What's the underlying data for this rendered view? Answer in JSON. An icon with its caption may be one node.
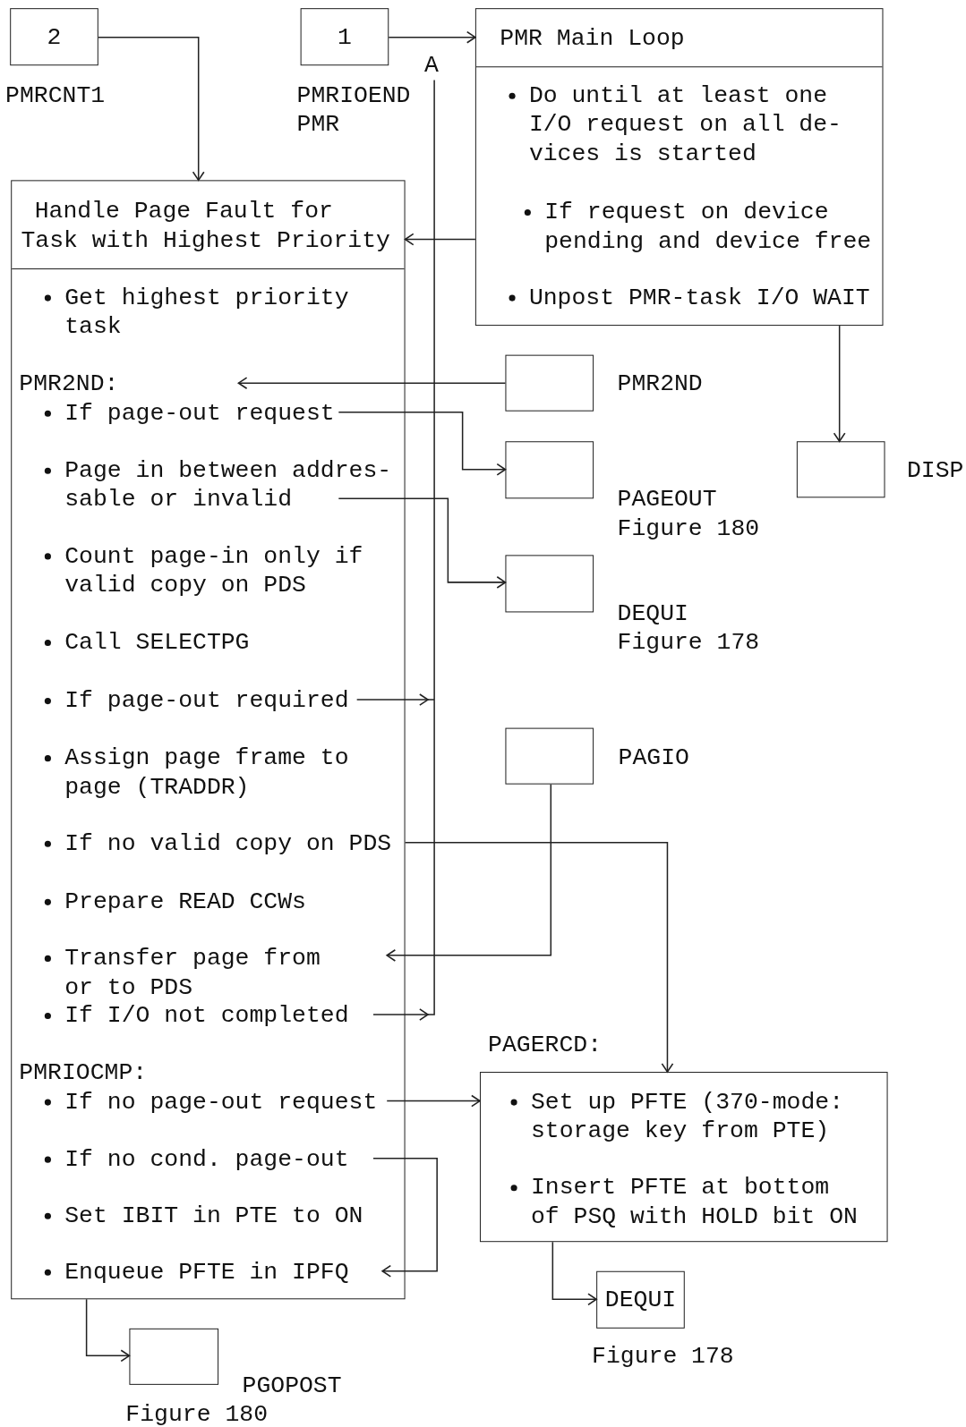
{
  "diagram": {
    "nodes": [
      {
        "text": [
          "2"
        ],
        "beside": [
          "PMRCNT1"
        ]
      },
      {
        "text": [
          "1"
        ],
        "beside": [
          "PMRIOEND PMR"
        ]
      },
      {
        "text": [
          "PMR Main Loop",
          "Do until at least one I/O request on all de-vices is started",
          "If request on device pending and device free",
          "Unpost PMR-task I/O WAIT"
        ]
      },
      {
        "text": [
          "Handle Page Fault for Task with Highest Priority",
          "Get highest priority task",
          "PMR2ND:",
          "If page-out request",
          "Page in between addres-sable or invalid",
          "Count page-in only if valid copy on PDS",
          "Call SELECTPG",
          "If page-out required",
          "Assign page frame to page (TRADDR)",
          "If no valid copy on PDS",
          "Prepare READ CCWs",
          "Transfer page from or to PDS",
          "If I/O not completed",
          "PMRIOCMP:",
          "If no page-out request",
          "If no cond. page-out",
          "Set IBIT in PTE to ON",
          "Enqueue PFTE in IPFQ"
        ]
      },
      {
        "text": [],
        "shape": "box",
        "beside": [
          "PMR2ND"
        ]
      },
      {
        "text": [],
        "shape": "box",
        "beside": [
          "PAGEOUT",
          "Figure 180"
        ]
      },
      {
        "text": [],
        "shape": "box",
        "beside": [
          "DISP"
        ]
      },
      {
        "text": [],
        "shape": "box",
        "beside": [
          "DEQUI",
          "Figure 178"
        ]
      },
      {
        "text": [],
        "shape": "box",
        "beside": [
          "PAGIO"
        ]
      },
      {
        "text": [
          "PAGERCD:",
          "Set up PFTE (370-mode: storage key from PTE)",
          "Insert PFTE at bottom of PSQ with HOLD bit ON"
        ]
      },
      {
        "text": [
          "DEQUI"
        ],
        "beside": [
          "Figure 178"
        ]
      },
      {
        "text": [],
        "shape": "box",
        "beside": [
          "PGOPOST",
          "Figure 180"
        ]
      }
    ],
    "edges": [
      {
        "from": 0,
        "to": 3,
        "arrow": "to"
      },
      {
        "from": 1,
        "to": 2,
        "arrow": "to"
      },
      {
        "from": 2,
        "to": 3,
        "arrow": "to"
      },
      {
        "from": 2,
        "to": 6,
        "arrow": "to"
      },
      {
        "from": 4,
        "to": 3,
        "arrow": "to"
      },
      {
        "from": 3,
        "to": 5,
        "arrow": "to"
      },
      {
        "from": 3,
        "to": 7,
        "arrow": "to"
      },
      {
        "from": 3,
        "to": null,
        "arrow": "to"
      },
      {
        "from": 8,
        "to": 3,
        "arrow": "to"
      },
      {
        "from": 3,
        "to": 9,
        "arrow": "to"
      },
      {
        "from": 3,
        "to": null,
        "arrow": "to"
      },
      {
        "from": 3,
        "to": 9,
        "arrow": "to"
      },
      {
        "from": 3,
        "to": 3,
        "arrow": "to"
      },
      {
        "from": 9,
        "to": 10,
        "arrow": "to"
      },
      {
        "from": 3,
        "to": 11,
        "arrow": "to"
      }
    ],
    "labels": [
      "A"
    ]
  }
}
